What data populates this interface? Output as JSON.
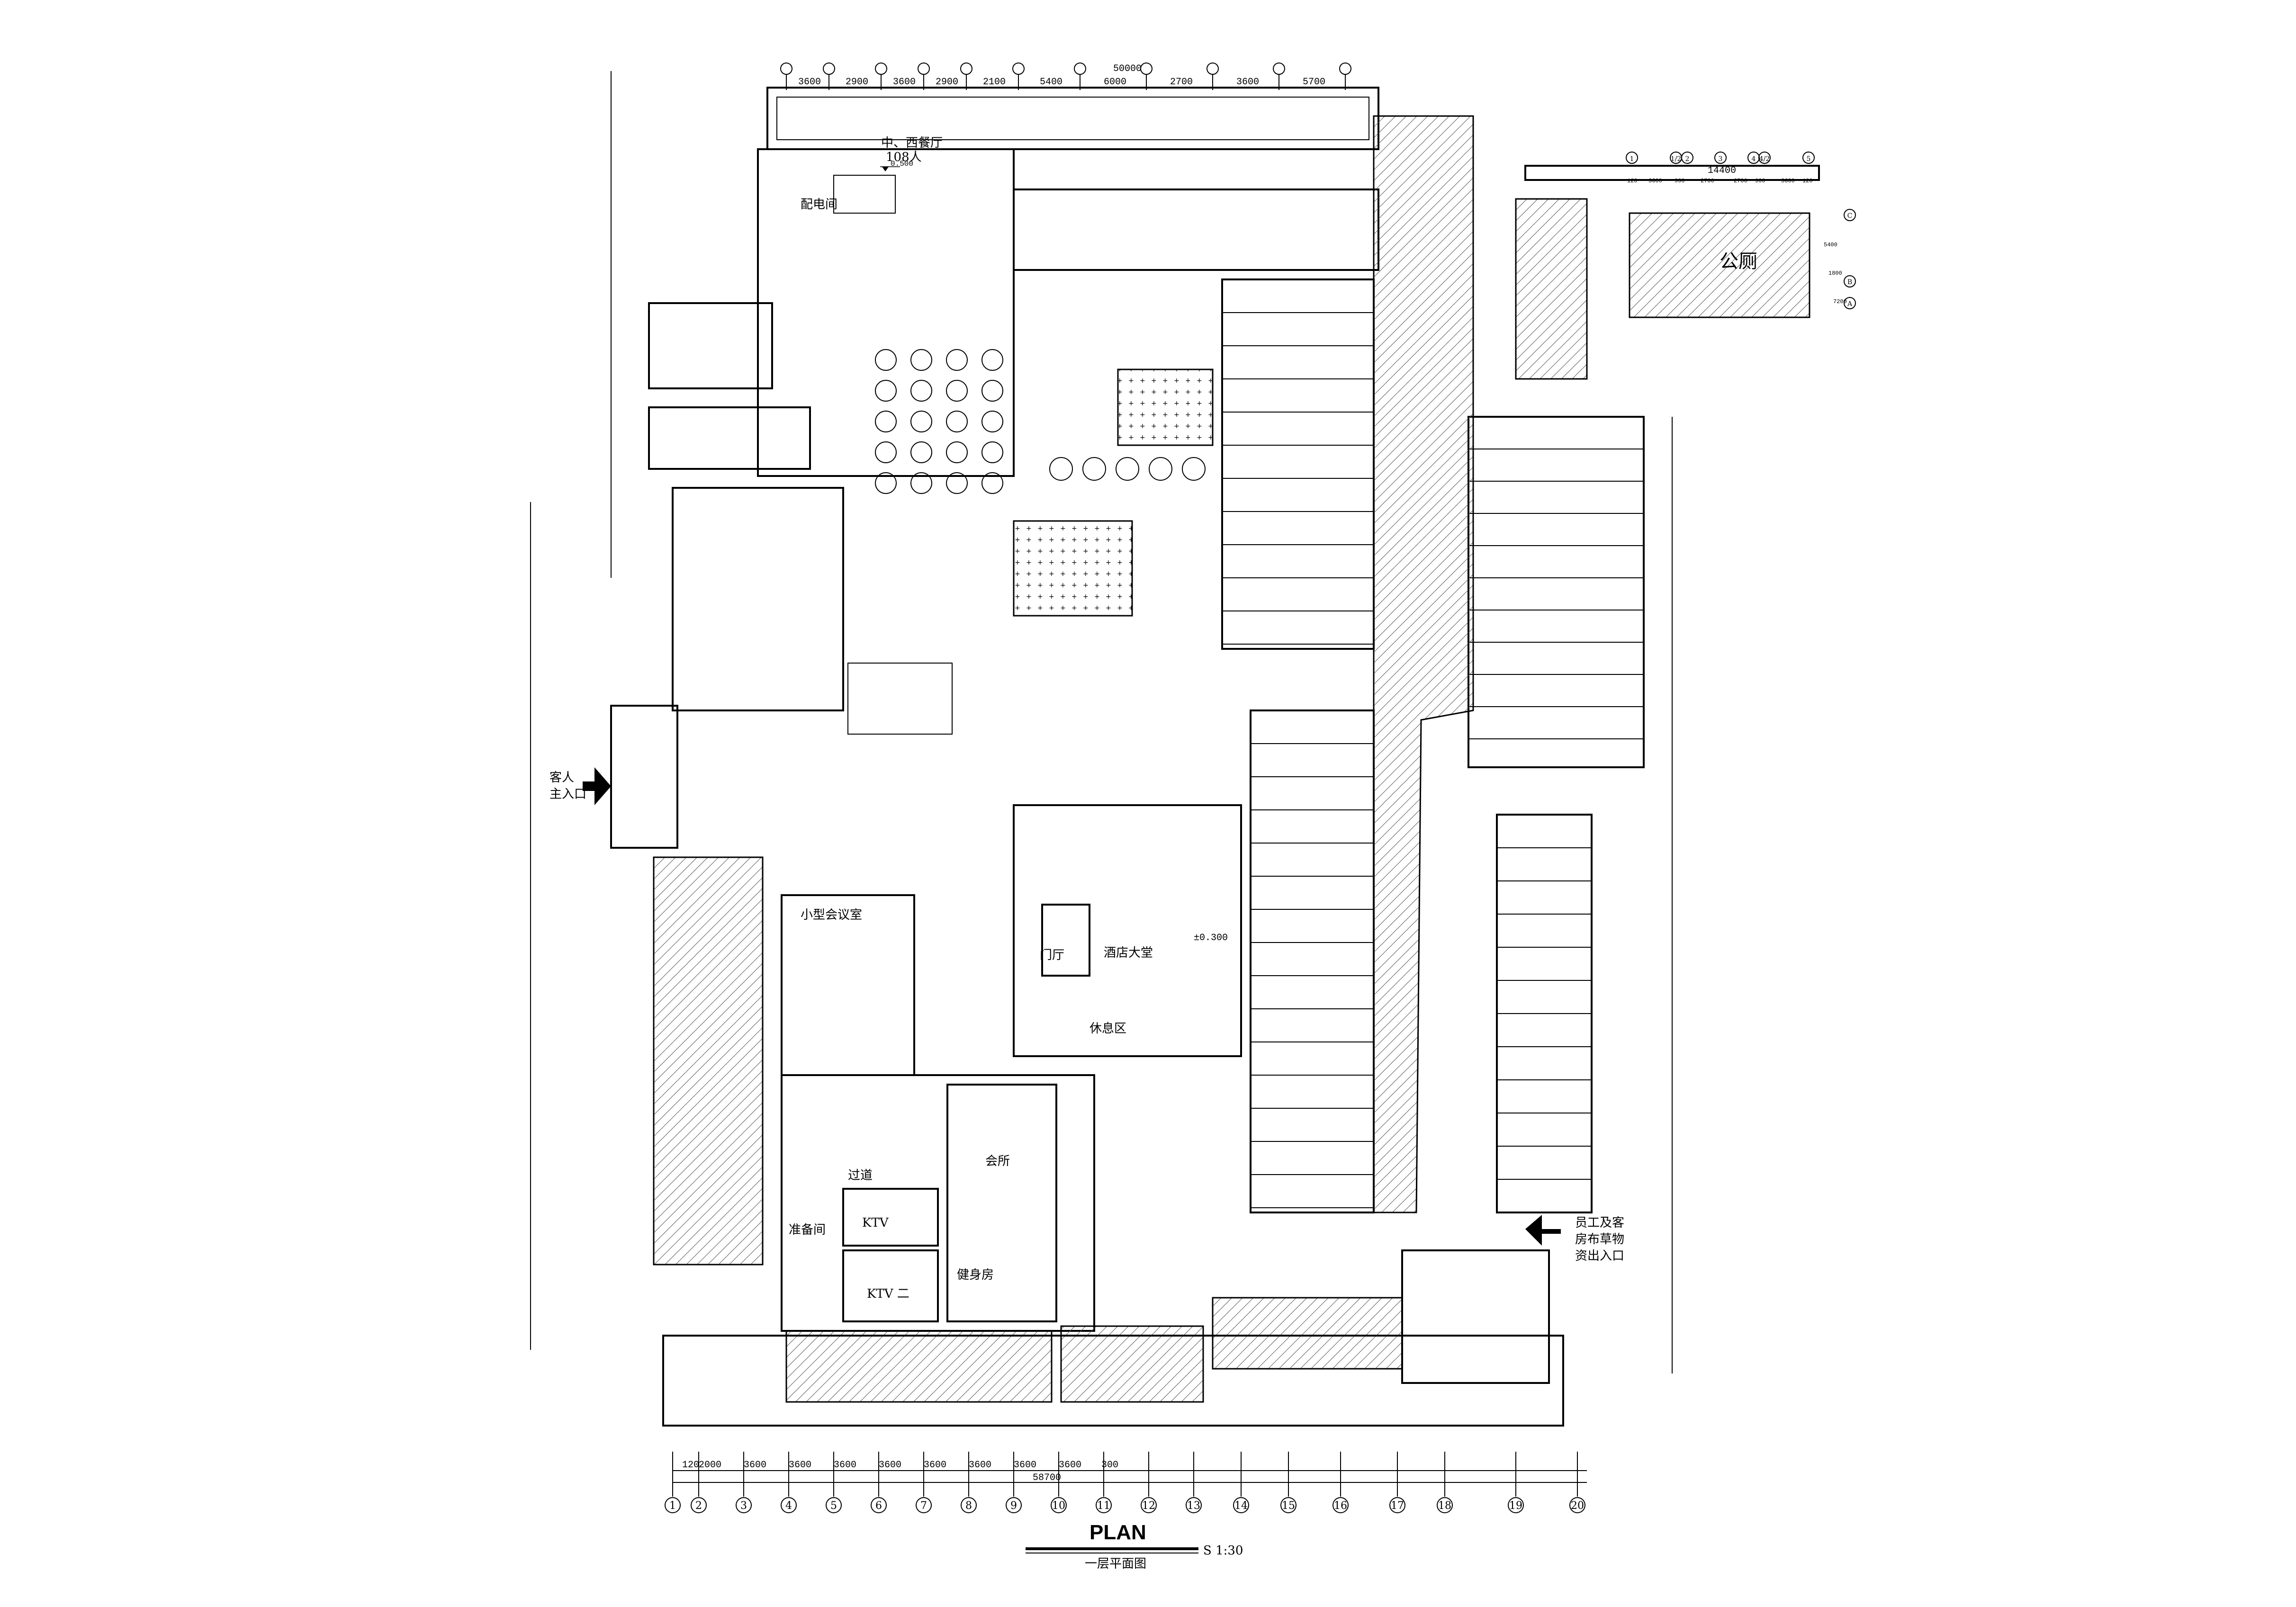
{
  "title_block": {
    "title": "PLAN",
    "scale": "S 1:30",
    "subtitle": "一层平面图"
  },
  "entrances": {
    "guest_main": [
      "客人",
      "主入口"
    ],
    "staff_service": [
      "员工及客",
      "房布草物",
      "资出入口"
    ]
  },
  "rooms": {
    "restaurant": "中、西餐厅",
    "restaurant_capacity": "108人",
    "restaurant_level": "0.500",
    "power_room": "配电间",
    "door_hall": "门厅",
    "lobby": "酒店大堂",
    "lounge": "休息区",
    "clubhouse": "会所",
    "ktv1": "KTV",
    "ktv2": "KTV 二",
    "corridor": "过道",
    "prep_room": "准备间",
    "gym": "健身房",
    "meeting": "小型会议室",
    "public_toilet": "公厕",
    "lobby_level": "±0.300"
  },
  "toilet_dims": {
    "top": [
      "120",
      "3600",
      "900",
      "2700",
      "2700",
      "900",
      "3600",
      "120"
    ],
    "total": "14400",
    "axes": [
      "1",
      "1/2",
      "2",
      "3",
      "4",
      "4/2",
      "5"
    ],
    "side": [
      "5400",
      "1800",
      "7200"
    ],
    "side_axes": [
      "C",
      "B",
      "A"
    ]
  },
  "bottom_dims": {
    "segments": [
      "120",
      "2000",
      "3600",
      "3600",
      "3600",
      "3600",
      "3600",
      "3600",
      "3600",
      "3600",
      "300"
    ],
    "total": "58700",
    "axes": [
      "1",
      "2",
      "3",
      "4",
      "5",
      "6",
      "7",
      "8",
      "9",
      "10",
      "11",
      "12",
      "13",
      "14",
      "15",
      "16",
      "17",
      "18",
      "19",
      "20"
    ]
  },
  "top_dims": {
    "total": "50000",
    "segments": [
      "3600",
      "2900",
      "3600",
      "2900",
      "2100",
      "5400",
      "6000",
      "2700",
      "3600",
      "5700"
    ]
  }
}
